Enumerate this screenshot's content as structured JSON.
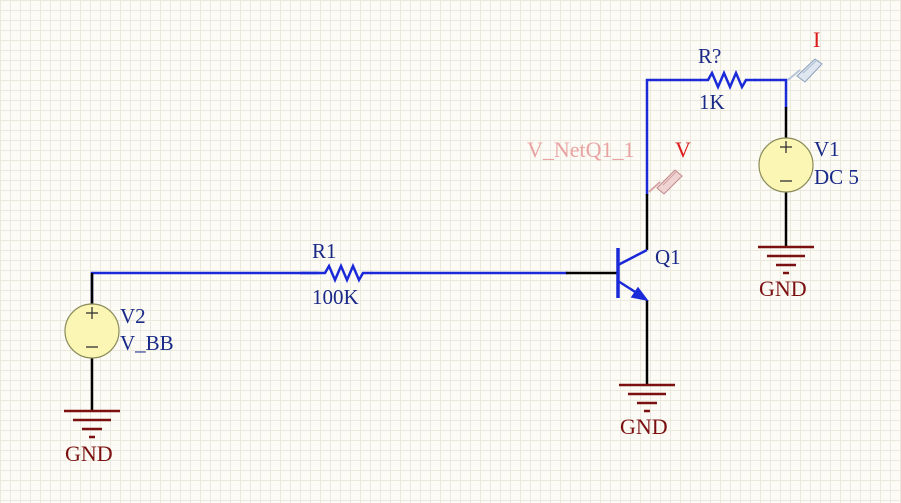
{
  "schematic": {
    "r1": {
      "designator": "R1",
      "value": "100K"
    },
    "r2": {
      "designator": "R?",
      "value": "1K"
    },
    "q1": {
      "designator": "Q1"
    },
    "v1": {
      "designator": "V1",
      "value": "DC 5"
    },
    "v2": {
      "designator": "V2",
      "value": "V_BB"
    },
    "gnd_labels": [
      "GND",
      "GND",
      "GND"
    ],
    "probe_current": {
      "label": "I"
    },
    "probe_voltage": {
      "label": "V"
    },
    "net_label": "V_NetQ1_1"
  },
  "colors": {
    "wire": "#1a2ad8",
    "component": "#1a2ad8",
    "body_line": "#000000",
    "power": "#7a1010",
    "source_fill": "#fbf6b4",
    "probe": "#dd1a1a",
    "net_label": "#e9a3a3"
  }
}
